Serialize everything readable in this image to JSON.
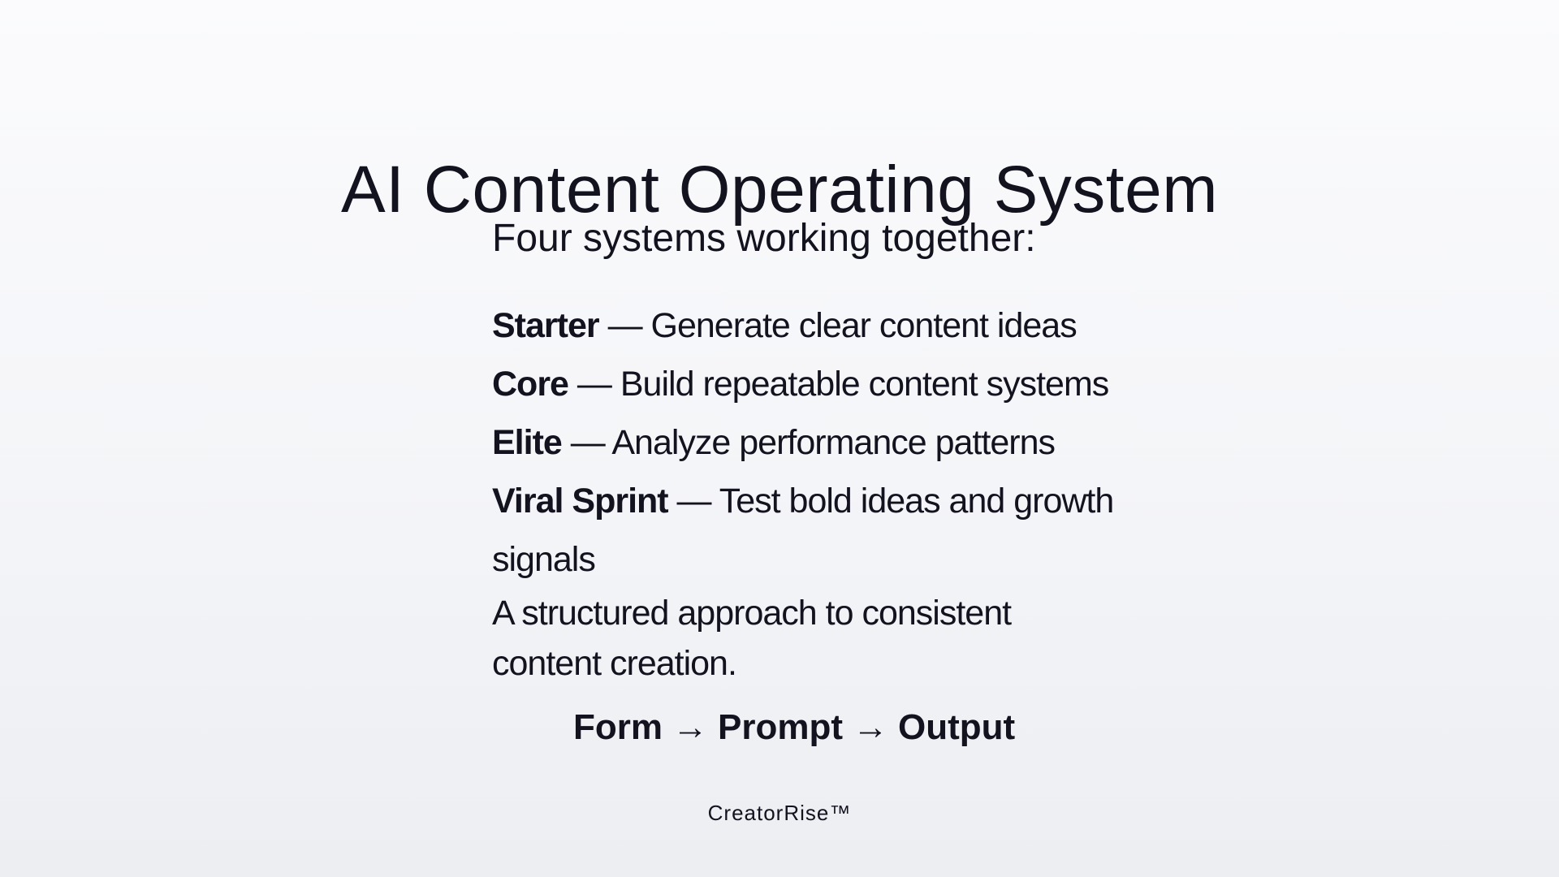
{
  "title": "AI Content Operating System",
  "subtitle": "Four systems working together:",
  "systems": [
    {
      "name": "Starter",
      "separator": " — ",
      "description": "Generate clear content ideas"
    },
    {
      "name": "Core",
      "separator": " — ",
      "description": "Build repeatable content systems"
    },
    {
      "name": "Elite",
      "separator": " — ",
      "description": "Analyze performance patterns"
    },
    {
      "name": "Viral Sprint",
      "separator": " — ",
      "description": "Test bold ideas and growth signals"
    }
  ],
  "tagline": "A structured approach to consistent content creation.",
  "flow": {
    "steps": [
      "Form",
      "Prompt",
      "Output"
    ],
    "arrow": "→",
    "arrow_icon": "arrow-right-icon"
  },
  "brand": "CreatorRise™",
  "colors": {
    "text": "#12131f",
    "background_top": "#fbfbfd",
    "background_bottom": "#eceef2"
  }
}
